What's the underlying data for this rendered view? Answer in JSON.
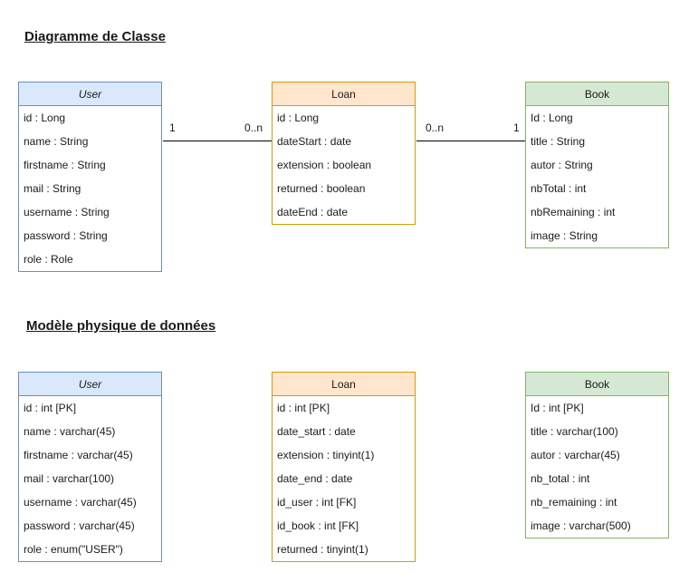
{
  "class_diagram": {
    "title": "Diagramme de Classe",
    "user": {
      "name": "User",
      "attributes": [
        "id : Long",
        "name : String",
        "firstname : String",
        "mail : String",
        "username : String",
        "password : String",
        "role : Role"
      ]
    },
    "loan": {
      "name": "Loan",
      "attributes": [
        "id : Long",
        "dateStart : date",
        "extension : boolean",
        "returned : boolean",
        "dateEnd : date"
      ]
    },
    "book": {
      "name": "Book",
      "attributes": [
        "Id : Long",
        "title : String",
        "autor : String",
        "nbTotal : int",
        "nbRemaining : int",
        "image : String"
      ]
    },
    "associations": {
      "user_loan": {
        "left": "1",
        "right": "0..n"
      },
      "loan_book": {
        "left": "0..n",
        "right": "1"
      }
    }
  },
  "physical_model": {
    "title": "Modèle physique de données",
    "user": {
      "name": "User",
      "attributes": [
        "id : int [PK]",
        "name : varchar(45)",
        "firstname : varchar(45)",
        "mail : varchar(100)",
        "username : varchar(45)",
        "password : varchar(45)",
        "role : enum(\"USER\")"
      ]
    },
    "loan": {
      "name": "Loan",
      "attributes": [
        "id : int [PK]",
        "date_start : date",
        "extension : tinyint(1)",
        "date_end : date",
        "id_user : int [FK]",
        "id_book : int [FK]",
        "returned : tinyint(1)"
      ]
    },
    "book": {
      "name": "Book",
      "attributes": [
        "Id : int [PK]",
        "title : varchar(100)",
        "autor : varchar(45)",
        "nb_total : int",
        "nb_remaining : int",
        "image : varchar(500)"
      ]
    }
  },
  "colors": {
    "user_fill": "#dae8fc",
    "user_stroke": "#6c8ebf",
    "loan_fill": "#ffe6cc",
    "loan_stroke": "#d79b00",
    "book_fill": "#d5e8d4",
    "book_stroke": "#82b366"
  }
}
